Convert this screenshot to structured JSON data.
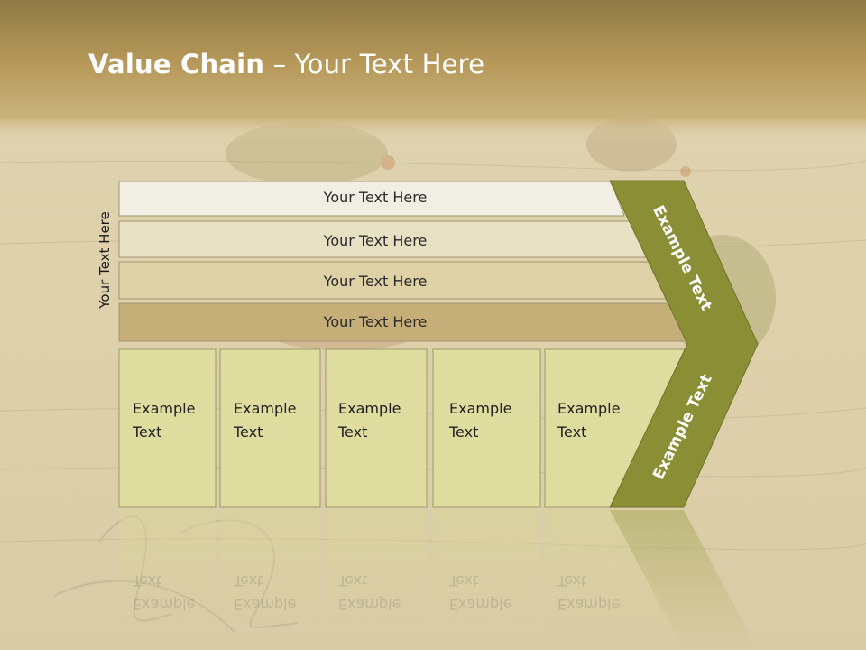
{
  "slide": {
    "title_bold": "Value Chain",
    "title_rest": " – Your Text Here",
    "side_label": "Your Text Here"
  },
  "rows": [
    {
      "label": "Your Text Here"
    },
    {
      "label": "Your Text Here"
    },
    {
      "label": "Your Text Here"
    },
    {
      "label": "Your Text Here"
    }
  ],
  "boxes": [
    {
      "line1": "Example",
      "line2": "Text"
    },
    {
      "line1": "Example",
      "line2": "Text"
    },
    {
      "line1": "Example",
      "line2": "Text"
    },
    {
      "line1": "Example",
      "line2": "Text"
    },
    {
      "line1": "Example",
      "line2": "Text"
    }
  ],
  "chevron": {
    "upper_label": "Example Text",
    "lower_label": "Example Text"
  },
  "colors": {
    "chevron": "#8a8f35",
    "box_fill": "#dedd9f",
    "row1": "#f1efe3",
    "row2": "#e8e0c3",
    "row3": "#dfd1a6",
    "row4": "#c6ae78"
  }
}
